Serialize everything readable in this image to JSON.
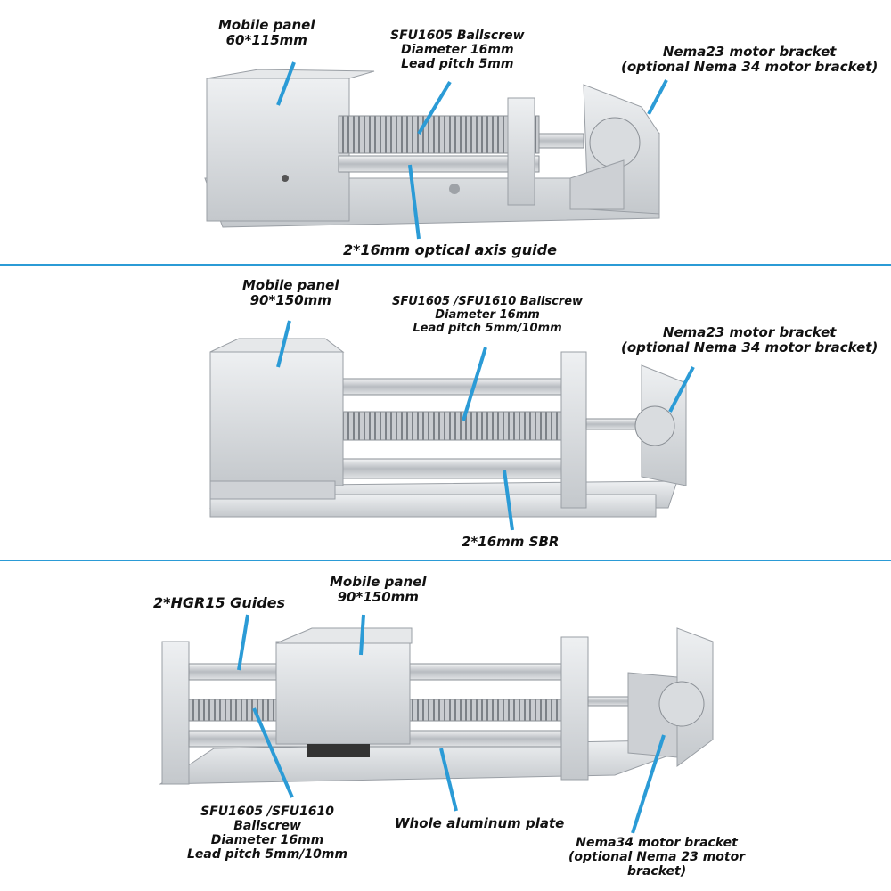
{
  "panel1": {
    "mobile_panel": [
      "Mobile panel",
      "60*115mm"
    ],
    "ballscrew": [
      "SFU1605  Ballscrew",
      "Diameter 16mm",
      "Lead pitch 5mm"
    ],
    "motor_bracket": [
      "Nema23 motor bracket",
      "(optional Nema 34 motor bracket)"
    ],
    "guide": "2*16mm optical axis guide"
  },
  "panel2": {
    "mobile_panel": [
      "Mobile panel",
      "90*150mm"
    ],
    "ballscrew": [
      "SFU1605 /SFU1610 Ballscrew",
      "Diameter 16mm",
      "Lead pitch 5mm/10mm"
    ],
    "motor_bracket": [
      "Nema23 motor bracket",
      "(optional Nema 34 motor bracket)"
    ],
    "guide": "2*16mm SBR"
  },
  "panel3": {
    "guides": "2*HGR15 Guides",
    "mobile_panel": [
      "Mobile panel",
      "90*150mm"
    ],
    "ballscrew": [
      "SFU1605 /SFU1610",
      "Ballscrew",
      "Diameter 16mm",
      "Lead pitch 5mm/10mm"
    ],
    "plate": "Whole aluminum plate",
    "motor_bracket": [
      "Nema34 motor bracket",
      "(optional Nema 23 motor",
      "bracket)"
    ]
  },
  "colors": {
    "pointer": "#2b9bd6",
    "divider": "#2b9bd6",
    "metal": "#d6d8db",
    "metal_dark": "#a9adb2"
  }
}
